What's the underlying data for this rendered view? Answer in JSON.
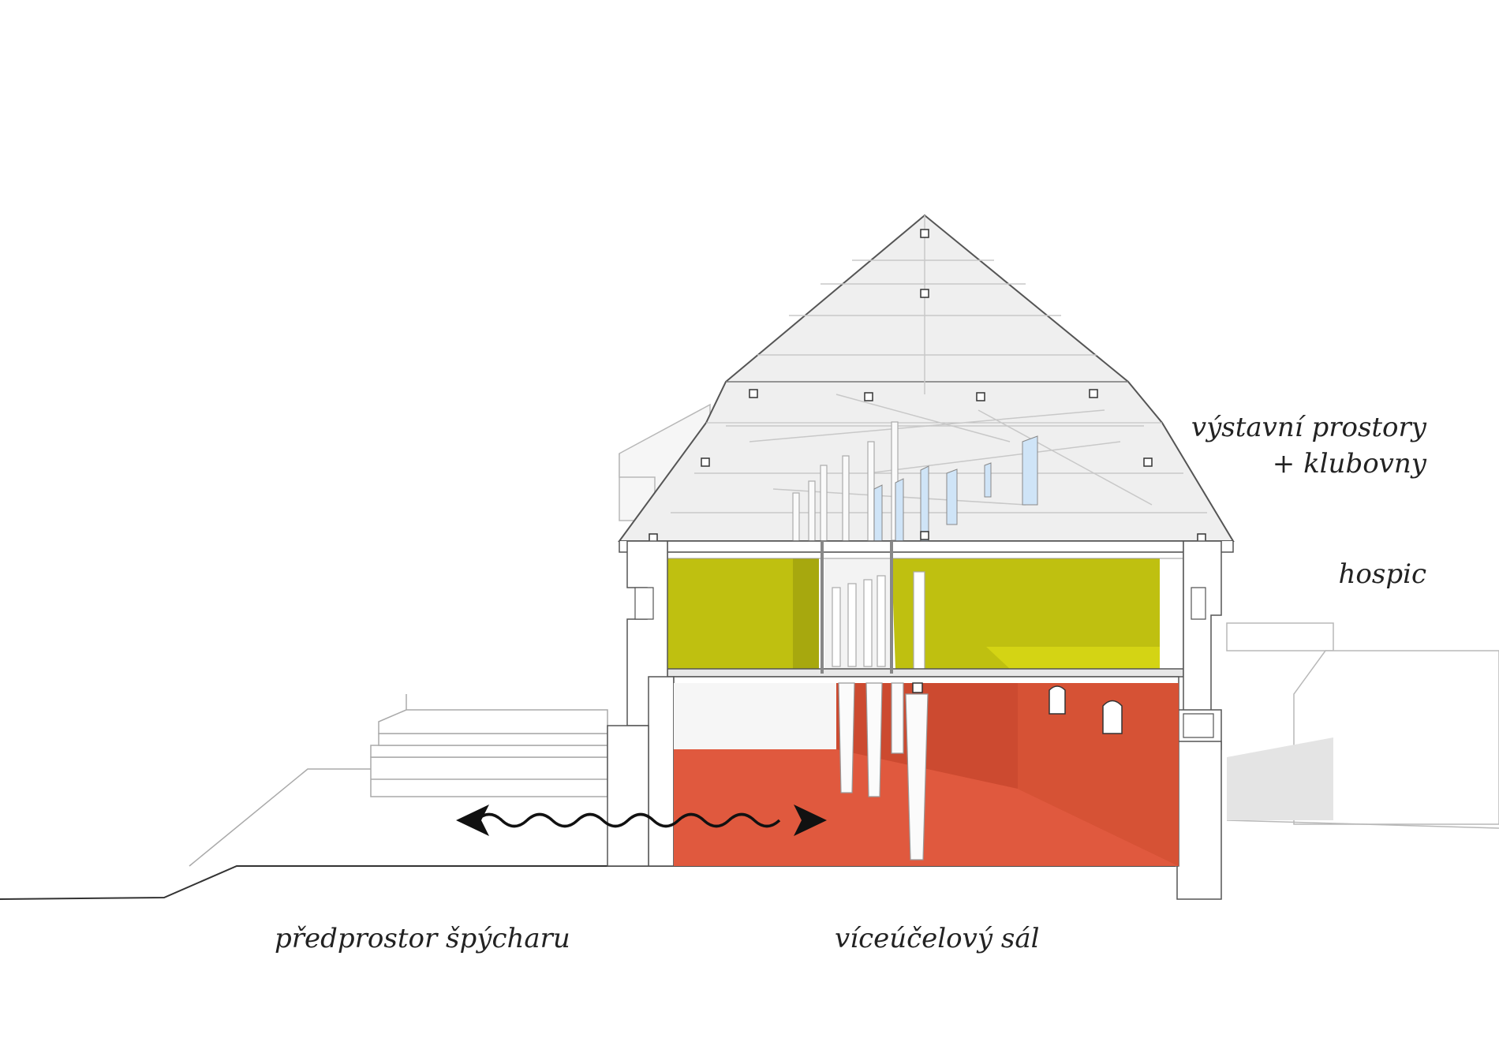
{
  "labels": {
    "exhibition_line1": "výstavní prostory",
    "exhibition_line2": "+ klubovny",
    "hospice": "hospic",
    "forecourt": "předprostor špýcharu",
    "multipurpose_hall": "víceúčelový sál"
  },
  "colors": {
    "upper_floor": "#bfc010",
    "upper_floor_light": "#d4d414",
    "ground_hall": "#e0593e",
    "ground_hall_dark": "#cc4a30",
    "skylight": "#cfe4f7",
    "roof_fill": "#efefef",
    "line": "#5a5a5a",
    "arrow": "#111111"
  }
}
